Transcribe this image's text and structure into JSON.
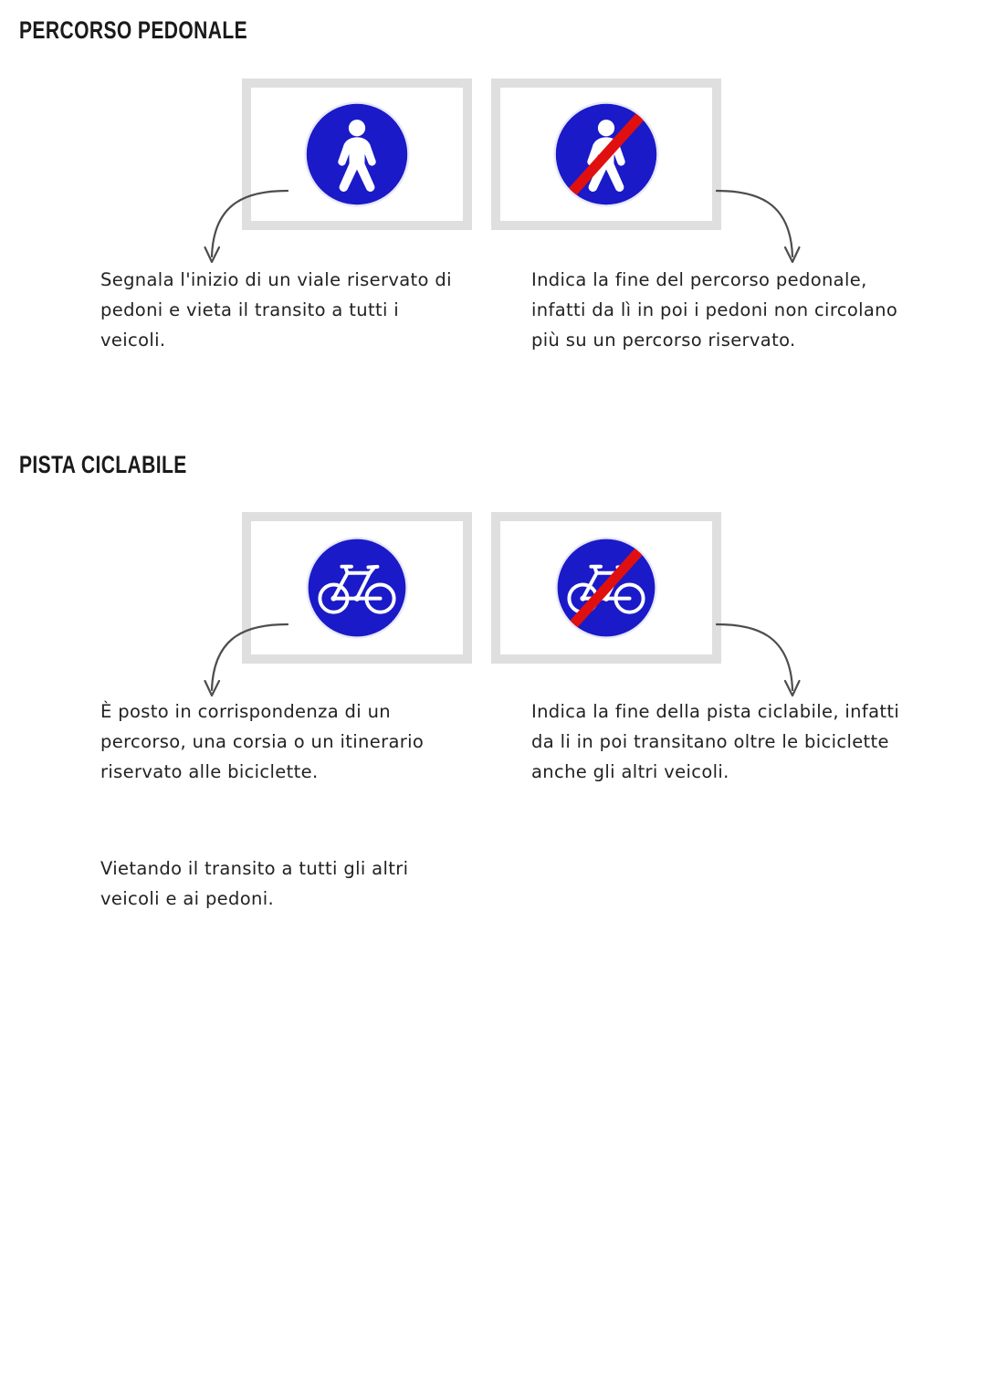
{
  "document": {
    "background_color": "#ffffff",
    "text_color": "#222222"
  },
  "colors": {
    "sign_blue": "#1a1ac8",
    "sign_red": "#e01010",
    "sign_white": "#ffffff",
    "frame_border": "#dfdfdf",
    "arrow_stroke": "#4d4d4d",
    "heading_color": "#1a1a1a"
  },
  "sections": [
    {
      "heading": "PERCORSO PEDONALE",
      "items": [
        {
          "sign_name": "percorso-pedonale-sign",
          "sign_type": "pedestrian-path",
          "caption": "Segnala l'inizio di un viale riservato di pedoni e vieta il transito a tutti i veicoli."
        },
        {
          "sign_name": "fine-percorso-pedonale-sign",
          "sign_type": "pedestrian-path-end",
          "caption": "Indica la fine del percorso pedonale, infatti da lì in poi i pedoni non circolano più su un percorso riservato."
        }
      ]
    },
    {
      "heading": "PISTA CICLABILE",
      "items": [
        {
          "sign_name": "pista-ciclabile-sign",
          "sign_type": "bicycle-path",
          "caption": "È posto in corrispondenza di un percorso, una corsia o un itinerario riservato alle biciclette.",
          "caption_extra": "Vietando il transito a tutti gli altri veicoli e ai pedoni."
        },
        {
          "sign_name": "fine-pista-ciclabile-sign",
          "sign_type": "bicycle-path-end",
          "caption": "Indica la fine della pista ciclabile, infatti da li in poi transitano oltre le biciclette anche gli altri veicoli."
        }
      ]
    }
  ]
}
